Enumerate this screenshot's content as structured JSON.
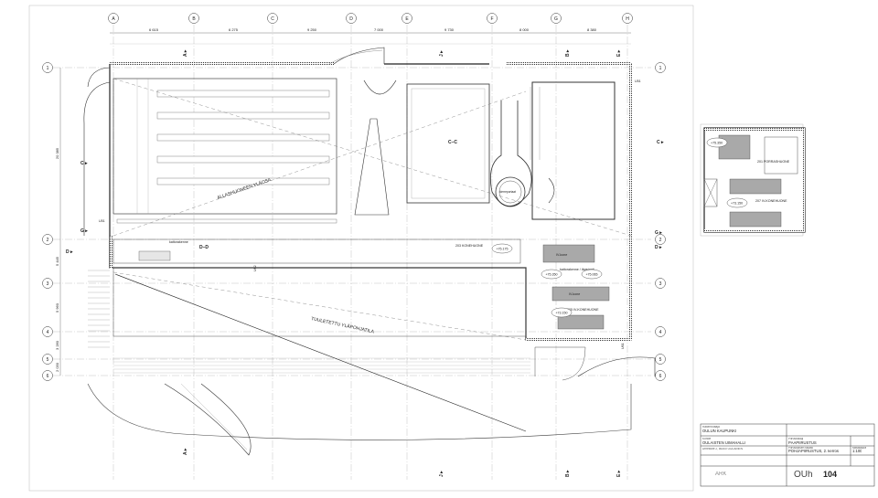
{
  "grid": {
    "columns": [
      "A",
      "B",
      "C",
      "D",
      "E",
      "F",
      "G",
      "H"
    ],
    "rows_left": [
      "1",
      "2",
      "3",
      "4",
      "5",
      "6"
    ],
    "rows_right": [
      "1",
      "2",
      "3",
      "4",
      "5",
      "6"
    ],
    "column_dims": [
      "6 615",
      "6 275",
      "9 250",
      "7 000",
      "9 730",
      "8 000",
      "8 380"
    ],
    "row_dims": [
      "20 385",
      "5 445",
      "5 960",
      "3 280",
      "2 030"
    ]
  },
  "section_marks": {
    "a_top": "A ▸",
    "j_top": "J ▸",
    "b_top": "B ▸",
    "e_top": "E ▸",
    "a_bot": "A ▸",
    "j_bot": "J ▸",
    "b_bot": "B ▸",
    "e_bot": "E ▸",
    "c_left": "C ▸",
    "g_left": "G ▸",
    "d_left": "D ▸",
    "c_right": "C ▸",
    "g_right": "G ▸",
    "d_right": "D ▸",
    "cc_label": "C–C",
    "dd_label": "D–D"
  },
  "rooms": {
    "pool_hall": "ALLASHUONEEN YLÄOSA",
    "ventilated_hall": "TUULETETTU YLÄPOHJATILA",
    "spiral": "kierreportaat",
    "machine": "203\nKONEHUONE",
    "machine_2": "205\nIV-KONEHUONE",
    "stair": "201\nPORRASHUONE",
    "vk": "207\nIV-KONEHUONE"
  },
  "levels": {
    "l1": "+75.175",
    "l2": "+75.350",
    "l3": "+75.065",
    "l4": "+73.150",
    "l5": "+75.350",
    "l6": "+73.150"
  },
  "misc_labels": {
    "u51": "U51",
    "u51b": "U51",
    "u61": "U61",
    "u62": "U62",
    "inline1": "kattorakenne",
    "inline2": "kattorakenne / läpivienti",
    "inline3": "IV-kone",
    "inline4": "IV-kone"
  },
  "title_block": {
    "client_lbl": "Rakennuttaja",
    "client": "OULUN KAUPUNKI",
    "project_lbl": "Kohde",
    "project": "OULAISTEN UIMAHALLI",
    "address": "Urheilutie 2, 86300 OULAINEN",
    "plan_lbl": "Piirustuksen sisältö",
    "plan": "POHJAPIIRUSTUS, 2. kerros",
    "scale_lbl": "Mittakaava",
    "scale": "1:100",
    "phase_lbl": "Piirustuslaji",
    "phase": "PÄÄPIIRUSTUS",
    "office": "ARK",
    "code": "OUh",
    "number": "104"
  }
}
